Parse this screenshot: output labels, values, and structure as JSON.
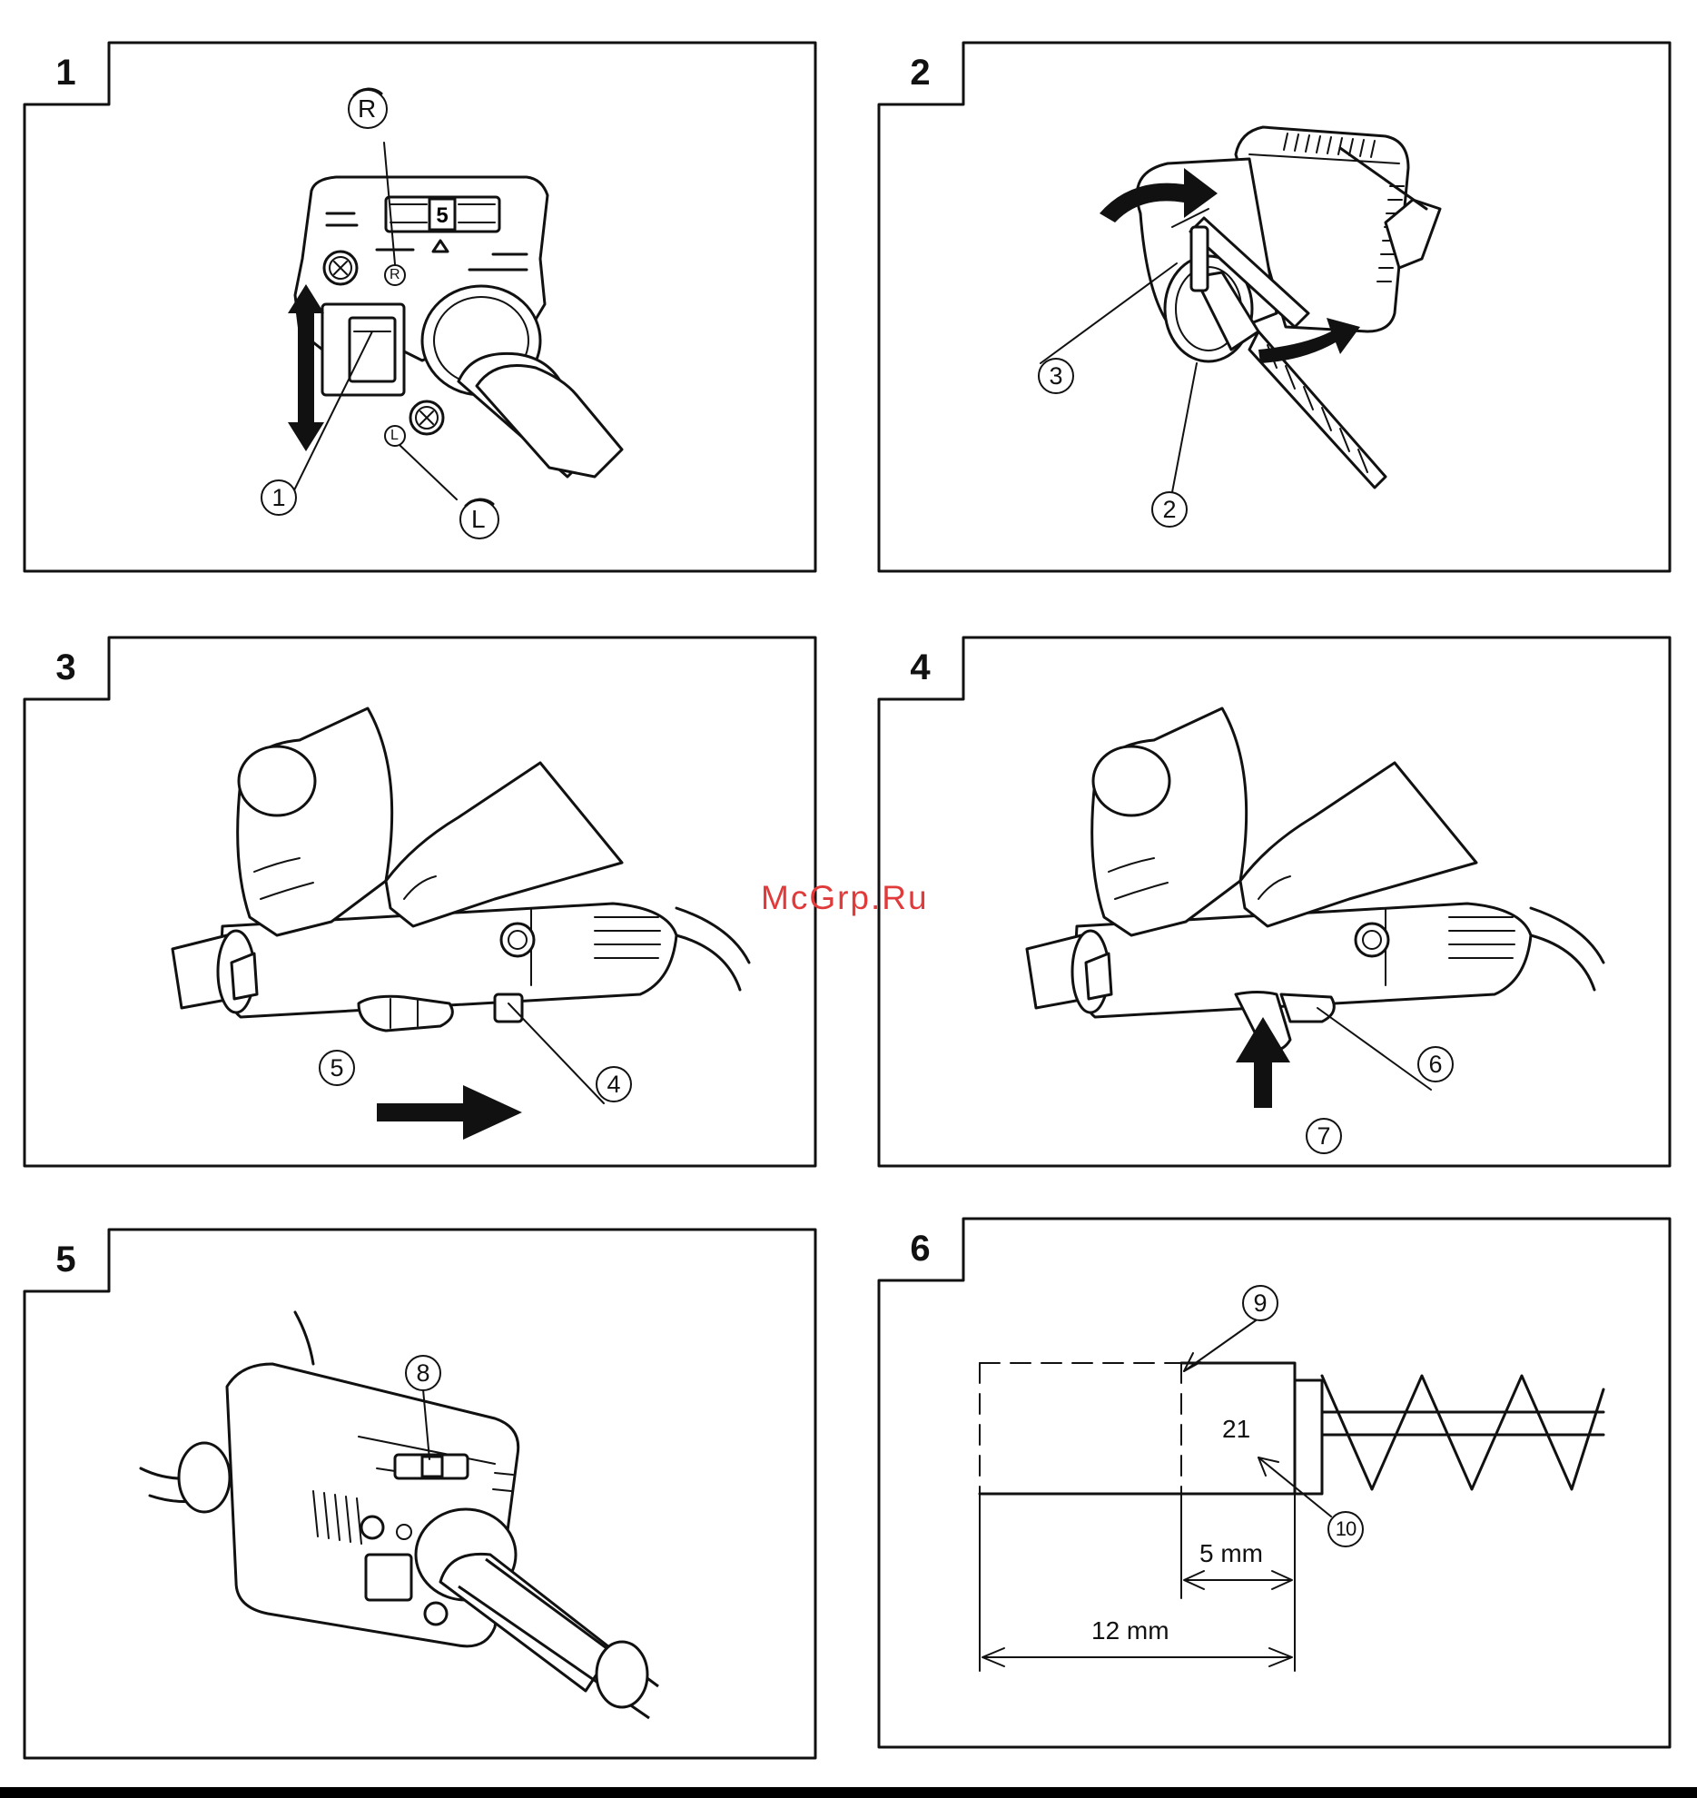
{
  "watermark": "McGrp.Ru",
  "panels": [
    {
      "number": "1",
      "callouts": [
        "1"
      ],
      "marks": [
        "R",
        "R",
        "L",
        "L",
        "5"
      ]
    },
    {
      "number": "2",
      "callouts": [
        "3",
        "2"
      ]
    },
    {
      "number": "3",
      "callouts": [
        "5",
        "4"
      ]
    },
    {
      "number": "4",
      "callouts": [
        "6",
        "7"
      ]
    },
    {
      "number": "5",
      "callouts": [
        "8"
      ]
    },
    {
      "number": "6",
      "callouts": [
        "9",
        "10"
      ],
      "label_21": "21",
      "dim_5": "5 mm",
      "dim_12": "12 mm"
    }
  ]
}
